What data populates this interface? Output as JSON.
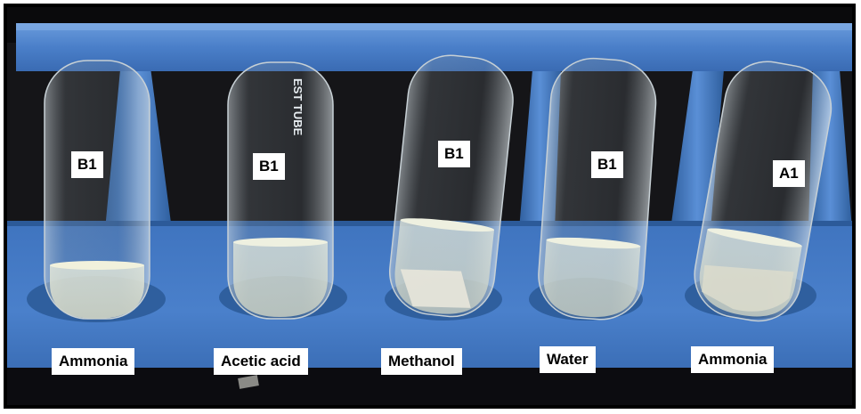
{
  "image": {
    "description_icon": "test-tubes-in-blue-rack-photo",
    "colors": {
      "rack_blue": "#4a7fc9",
      "rack_shadow": "#2f5f9e",
      "background": "#0a0a0c",
      "label_bg": "#ffffff",
      "border": "#000000"
    }
  },
  "tubes": [
    {
      "sample": "B1",
      "solvent": "Ammonia"
    },
    {
      "sample": "B1",
      "solvent": "Acetic acid"
    },
    {
      "sample": "B1",
      "solvent": "Methanol"
    },
    {
      "sample": "B1",
      "solvent": "Water"
    },
    {
      "sample": "A1",
      "solvent": "Ammonia"
    }
  ],
  "tube_print": "EST TUBE"
}
